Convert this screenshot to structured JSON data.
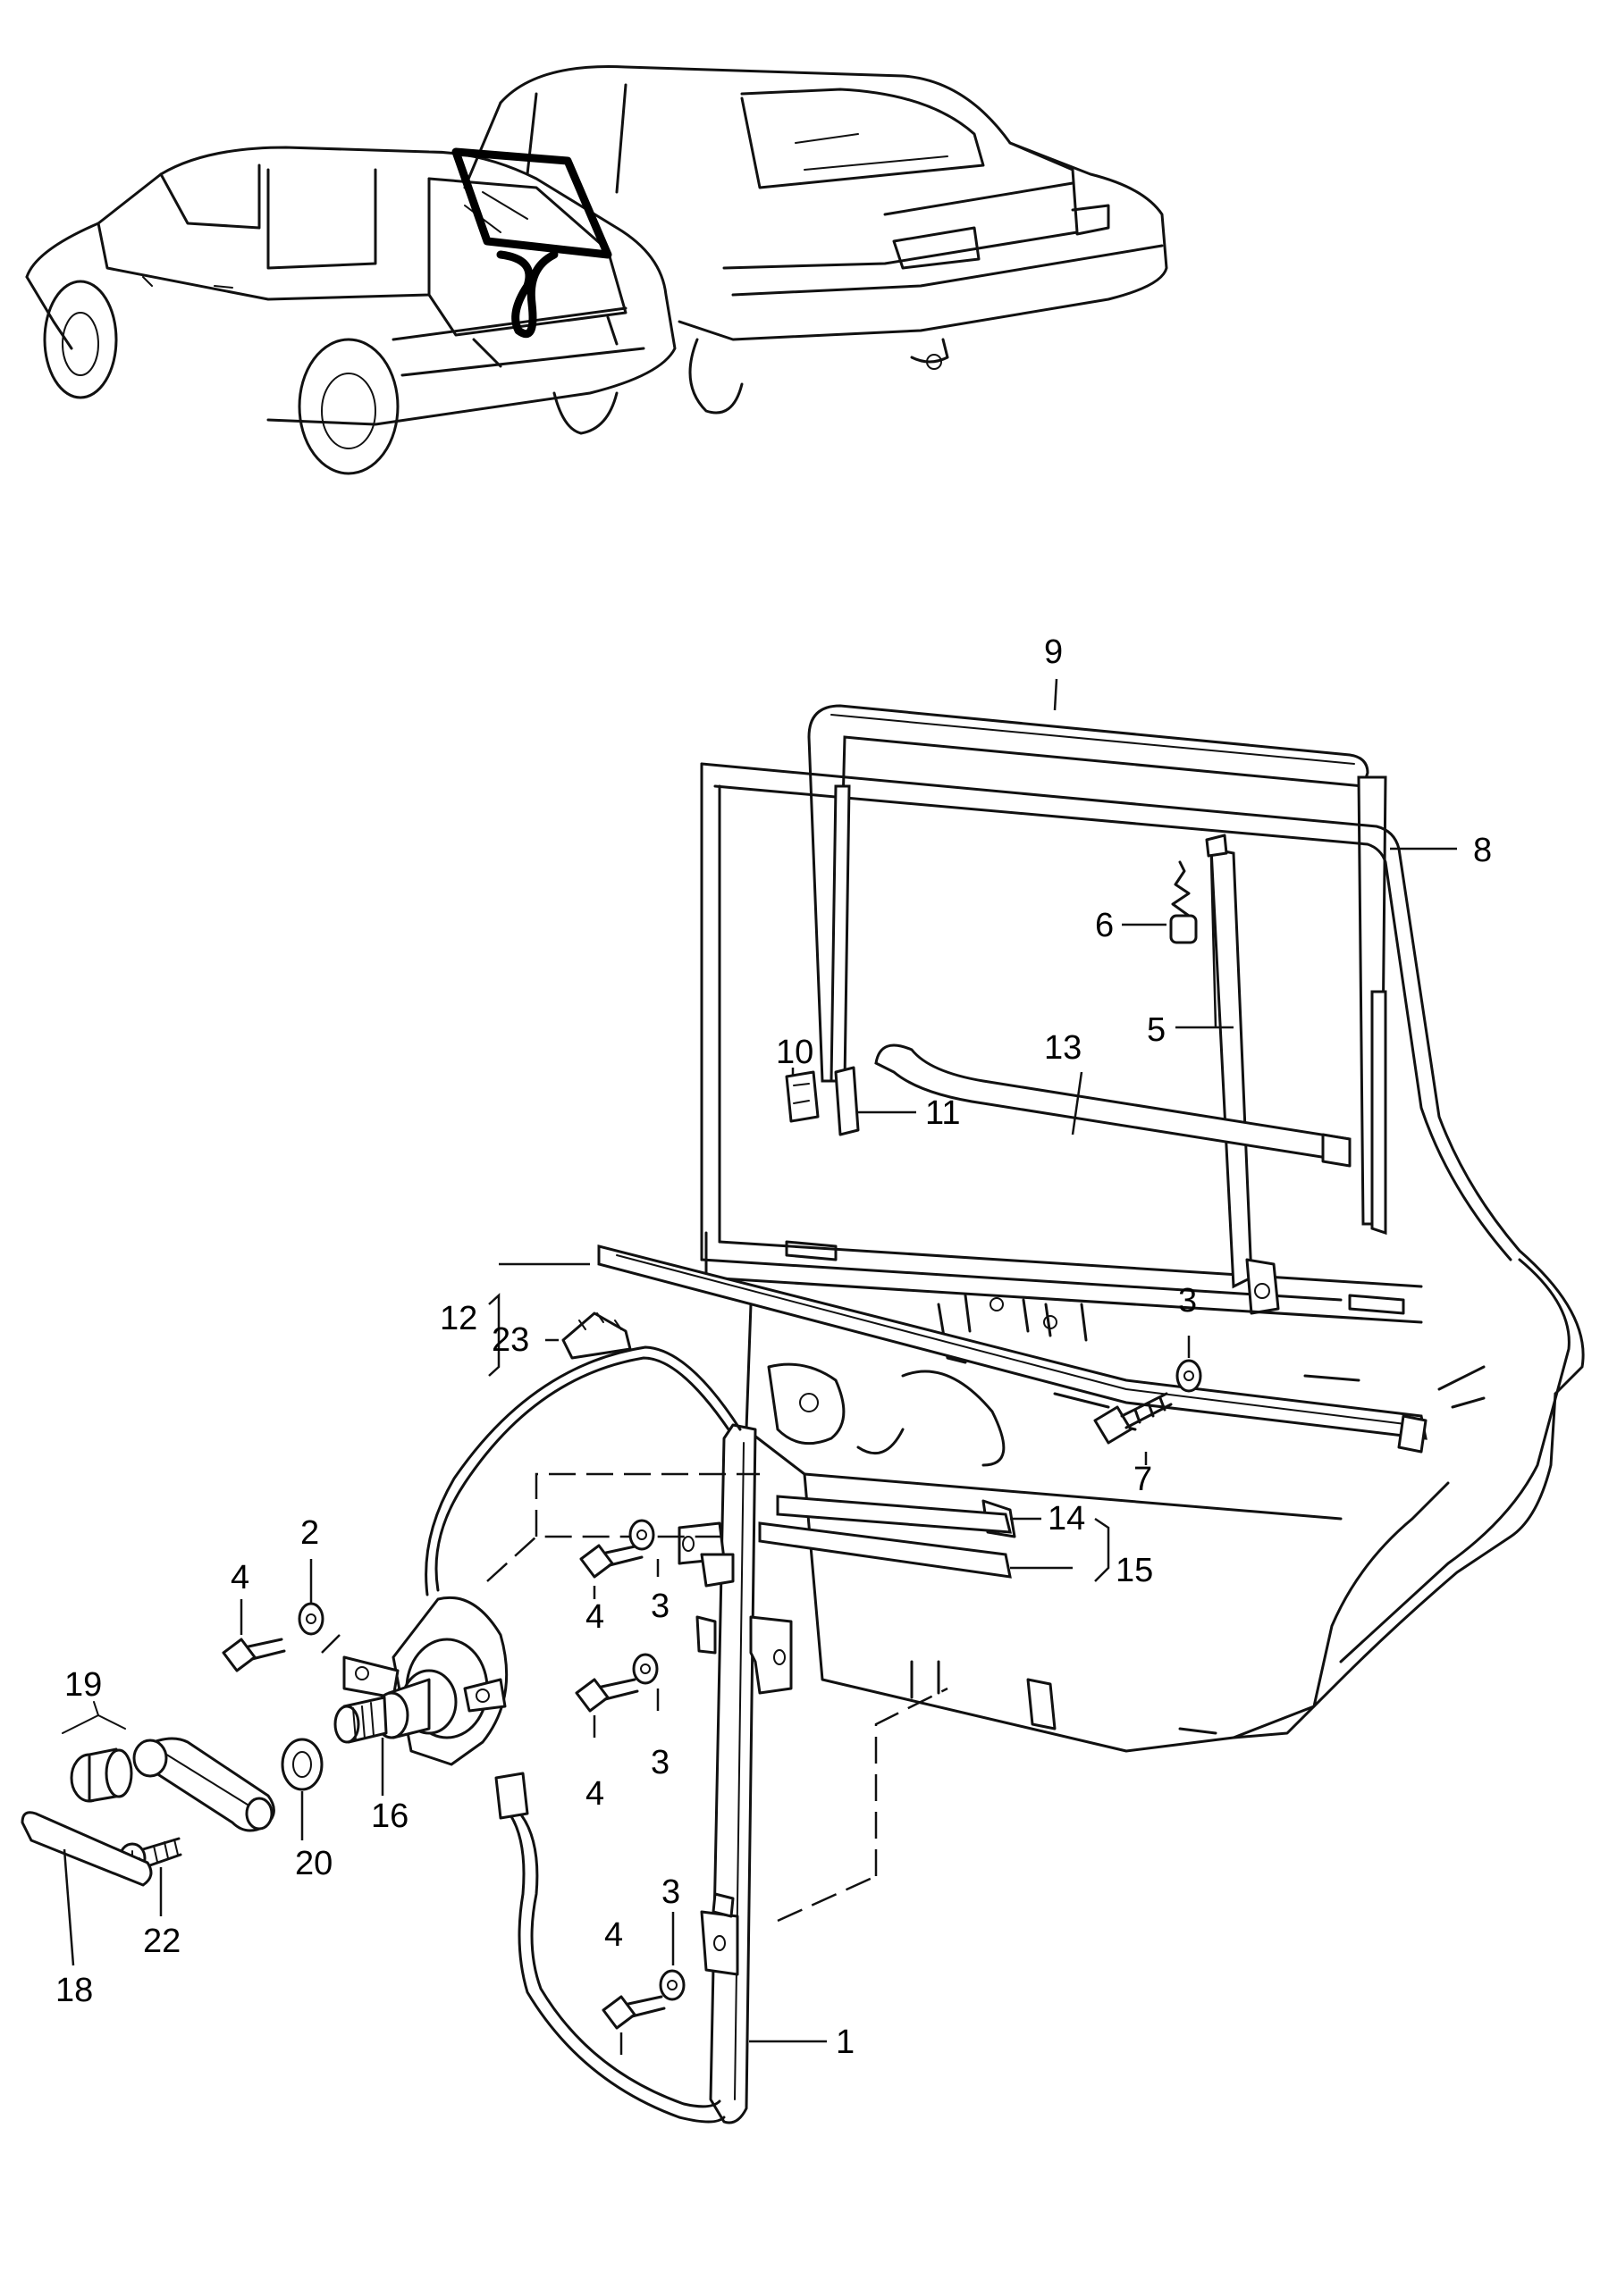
{
  "callouts": [
    {
      "id": "1",
      "text": "1"
    },
    {
      "id": "2",
      "text": "2"
    },
    {
      "id": "3a",
      "text": "3"
    },
    {
      "id": "3b",
      "text": "3"
    },
    {
      "id": "3c",
      "text": "3"
    },
    {
      "id": "3d",
      "text": "3"
    },
    {
      "id": "4a",
      "text": "4"
    },
    {
      "id": "4b",
      "text": "4"
    },
    {
      "id": "4c",
      "text": "4"
    },
    {
      "id": "4d",
      "text": "4"
    },
    {
      "id": "5",
      "text": "5"
    },
    {
      "id": "6",
      "text": "6"
    },
    {
      "id": "7",
      "text": "7"
    },
    {
      "id": "8",
      "text": "8"
    },
    {
      "id": "9",
      "text": "9"
    },
    {
      "id": "10",
      "text": "10"
    },
    {
      "id": "11",
      "text": "11"
    },
    {
      "id": "12",
      "text": "12"
    },
    {
      "id": "13",
      "text": "13"
    },
    {
      "id": "14",
      "text": "14"
    },
    {
      "id": "15",
      "text": "15"
    },
    {
      "id": "16",
      "text": "16"
    },
    {
      "id": "18",
      "text": "18"
    },
    {
      "id": "19",
      "text": "19"
    },
    {
      "id": "20",
      "text": "20"
    },
    {
      "id": "22",
      "text": "22"
    },
    {
      "id": "23",
      "text": "23"
    }
  ],
  "icons": {
    "overview": "car-overview-icon",
    "door": "rear-door-exploded-icon",
    "regulator": "window-regulator-icon",
    "handle": "window-crank-handle-icon"
  }
}
